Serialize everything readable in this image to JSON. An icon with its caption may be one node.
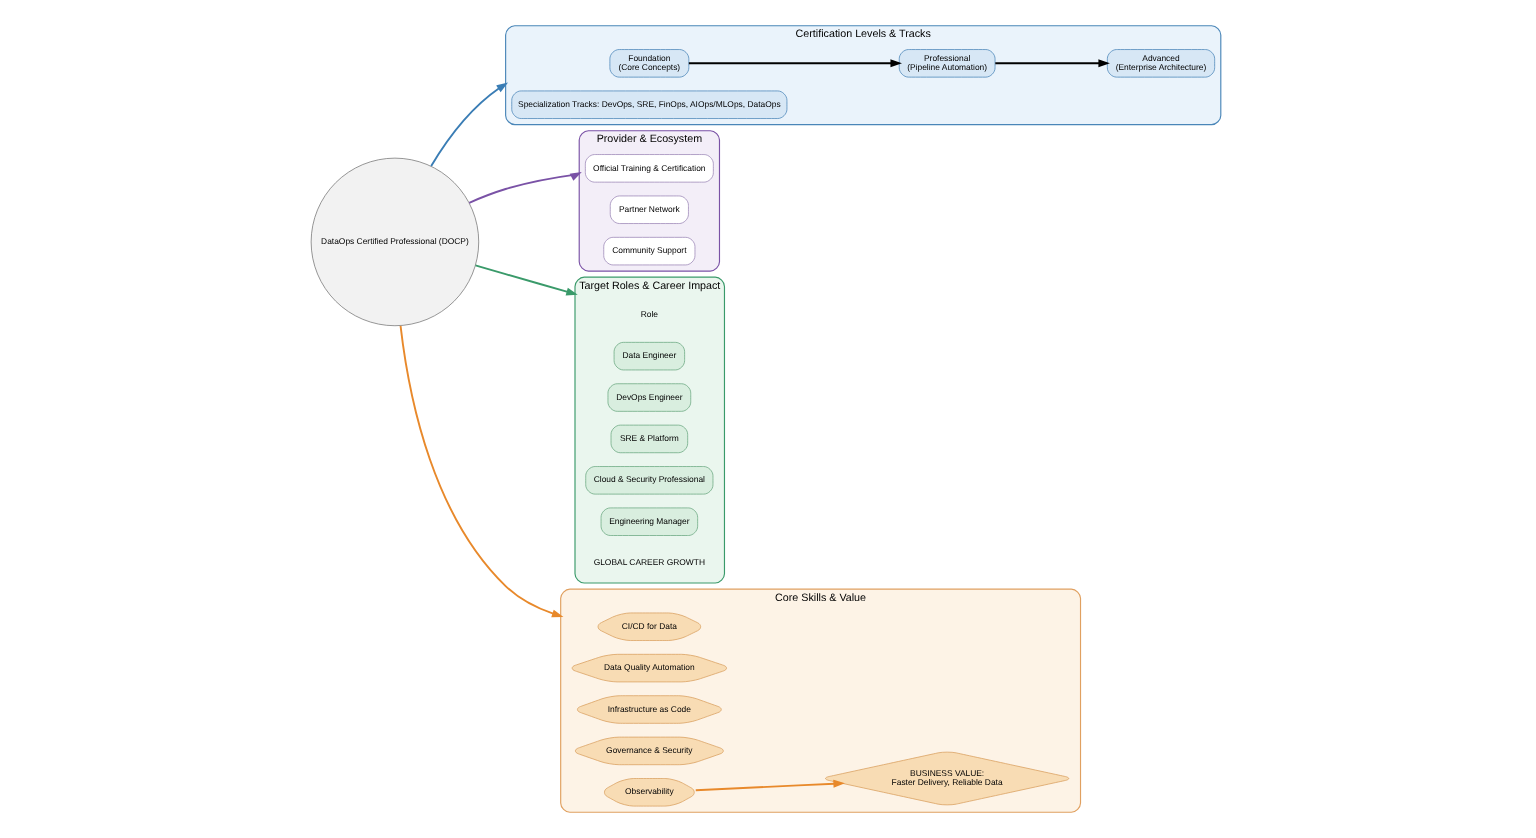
{
  "diagram": {
    "nodes": [
      {
        "text": [
          "Certification Levels & Tracks"
        ]
      },
      {
        "text": [
          "Foundation",
          "(Core Concepts)"
        ],
        "in": 0
      },
      {
        "text": [
          "Professional",
          "(Pipeline Automation)"
        ],
        "in": 0
      },
      {
        "text": [
          "Advanced",
          "(Enterprise Architecture)"
        ],
        "in": 0
      },
      {
        "text": [
          "Specialization Tracks: DevOps, SRE, FinOps, AIOps/MLOps, DataOps"
        ],
        "in": 0
      },
      {
        "text": [
          "Provider & Ecosystem"
        ]
      },
      {
        "text": [
          "Official Training & Certification"
        ],
        "in": 5
      },
      {
        "text": [
          "Partner Network"
        ],
        "in": 5
      },
      {
        "text": [
          "Community Support"
        ],
        "in": 5
      },
      {
        "text": [
          "DataOps Certified Professional (DOCP)"
        ]
      },
      {
        "text": [
          "Target Roles & Career Impact"
        ]
      },
      {
        "text": [
          "Role"
        ],
        "in": 10
      },
      {
        "text": [
          "Data Engineer"
        ],
        "in": 10
      },
      {
        "text": [
          "DevOps Engineer"
        ],
        "in": 10
      },
      {
        "text": [
          "SRE & Platform"
        ],
        "in": 10
      },
      {
        "text": [
          "Cloud & Security Professional"
        ],
        "in": 10
      },
      {
        "text": [
          "Engineering Manager"
        ],
        "in": 10
      },
      {
        "text": [
          "GLOBAL CAREER GROWTH"
        ],
        "in": 10
      },
      {
        "text": [
          "Core Skills & Value"
        ]
      },
      {
        "text": [
          "CI/CD for Data"
        ],
        "in": 18
      },
      {
        "text": [
          "Data Quality Automation"
        ],
        "in": 18
      },
      {
        "text": [
          "Infrastructure as Code"
        ],
        "in": 18
      },
      {
        "text": [
          "Governance & Security"
        ],
        "in": 18
      },
      {
        "text": [
          "Observability"
        ],
        "in": 18
      },
      {
        "text": [
          "BUSINESS VALUE:",
          "Faster Delivery, Reliable Data"
        ],
        "in": 18
      }
    ],
    "edges": [
      {
        "from": 1,
        "to": 2,
        "arrow": "to"
      },
      {
        "from": 2,
        "to": 3,
        "arrow": "to"
      },
      {
        "from": 9,
        "to": 0,
        "arrow": "to",
        "color": "#3a7db5"
      },
      {
        "from": 9,
        "to": 5,
        "arrow": "to",
        "color": "#7a52a6"
      },
      {
        "from": 9,
        "to": 10,
        "arrow": "to",
        "color": "#3a9a6a"
      },
      {
        "from": 9,
        "to": 18,
        "arrow": "to",
        "color": "#e8892b"
      },
      {
        "from": 23,
        "to": 24,
        "arrow": "to",
        "color": "#e8892b"
      }
    ]
  }
}
